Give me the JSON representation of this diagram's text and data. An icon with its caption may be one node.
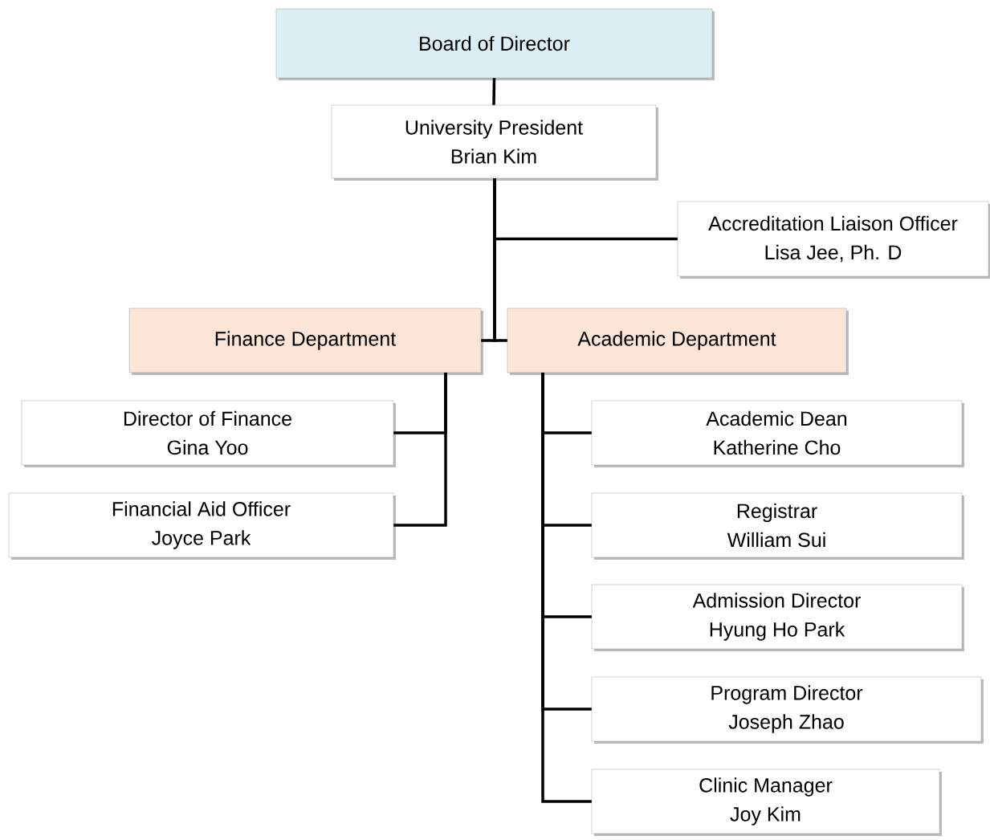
{
  "diagram": {
    "nodes": [
      {
        "text": [
          "Board of Director"
        ]
      },
      {
        "text": [
          "University President",
          "Brian Kim"
        ]
      },
      {
        "text": [
          "Accreditation Liaison Officer",
          "Lisa Jee, Ph. D"
        ]
      },
      {
        "text": [
          "Finance Department"
        ]
      },
      {
        "text": [
          "Academic Department"
        ]
      },
      {
        "text": [
          "Director of Finance",
          "Gina Yoo"
        ]
      },
      {
        "text": [
          "Financial Aid Officer",
          "Joyce Park"
        ]
      },
      {
        "text": [
          "Academic Dean",
          "Katherine Cho"
        ]
      },
      {
        "text": [
          "Registrar",
          "William Sui"
        ]
      },
      {
        "text": [
          "Admission Director",
          "Hyung Ho Park"
        ]
      },
      {
        "text": [
          "Program Director",
          "Joseph Zhao"
        ]
      },
      {
        "text": [
          "Clinic Manager",
          "Joy Kim"
        ]
      }
    ],
    "edges": [
      {
        "from": 0,
        "to": 1,
        "arrow": "none"
      },
      {
        "from": 1,
        "to": 2,
        "arrow": "none"
      },
      {
        "from": 1,
        "to": 3,
        "arrow": "none"
      },
      {
        "from": 1,
        "to": 4,
        "arrow": "none"
      },
      {
        "from": 3,
        "to": 5,
        "arrow": "none"
      },
      {
        "from": 3,
        "to": 6,
        "arrow": "none"
      },
      {
        "from": 4,
        "to": 7,
        "arrow": "none"
      },
      {
        "from": 4,
        "to": 8,
        "arrow": "none"
      },
      {
        "from": 4,
        "to": 9,
        "arrow": "none"
      },
      {
        "from": 4,
        "to": 10,
        "arrow": "none"
      },
      {
        "from": 4,
        "to": 11,
        "arrow": "none"
      }
    ]
  }
}
